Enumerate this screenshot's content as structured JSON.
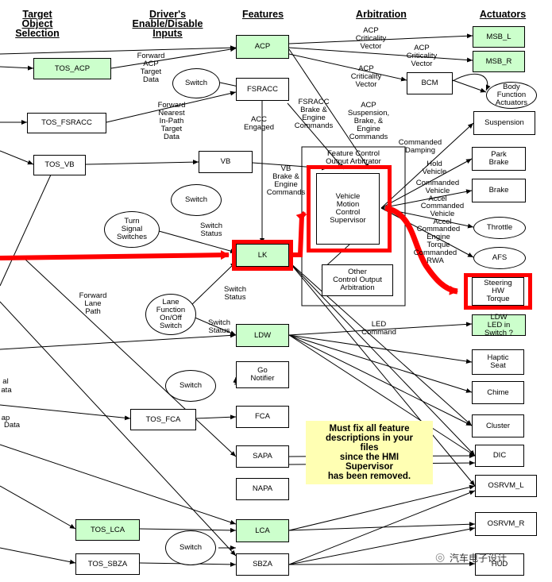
{
  "headers": {
    "target_object_selection": "Target\nObject\nSelection",
    "drivers_enable_disable": "Driver's\nEnable/Disable\nInputs",
    "features": "Features",
    "arbitration": "Arbitration",
    "actuators": "Actuators"
  },
  "target_boxes": {
    "tos_acp": "TOS_ACP",
    "tos_fsracc": "TOS_FSRACC",
    "tos_vb": "TOS_VB",
    "tos_fca": "TOS_FCA",
    "tos_lca": "TOS_LCA",
    "tos_sbza": "TOS_SBZA"
  },
  "feature_boxes": {
    "acp": "ACP",
    "fsracc": "FSRACC",
    "vb": "VB",
    "lk": "LK",
    "ldw": "LDW",
    "go_notifier": "Go\nNotifier",
    "fca": "FCA",
    "sapa": "SAPA",
    "napa": "NAPA",
    "lca": "LCA",
    "sbza": "SBZA"
  },
  "enable_ellipses": {
    "switch_1": "Switch",
    "switch_2": "Switch",
    "turn_signal": "Turn\nSignal\nSwitches",
    "lane_function": "Lane\nFunction\nOn/Off\nSwitch",
    "switch_3": "Switch",
    "switch_4": "Switch"
  },
  "arbitration": {
    "bcm": "BCM",
    "fcoa_title": "Feature Control\nOutput Arbitrator",
    "vmcs": "Vehicle\nMotion\nControl\nSupervisor",
    "other_coa": "Other\nControl Output\nArbitration"
  },
  "actuator_boxes": {
    "msb_l": "MSB_L",
    "msb_r": "MSB_R",
    "body_function": "Body\nFunction\nActuators",
    "suspension": "Suspension",
    "park_brake": "Park\nBrake",
    "brake": "Brake",
    "throttle": "Throttle",
    "afs": "AFS",
    "steering": "Steering\nHW\nTorque",
    "ldw_led": "LDW\nLED in\nSwitch ?",
    "haptic_seat": "Haptic\nSeat",
    "chime": "Chime",
    "cluster": "Cluster",
    "dic": "DIC",
    "osrvm_l": "OSRVM_L",
    "osrvm_r": "OSRVM_R",
    "hud": "HUD"
  },
  "flow_labels": {
    "fwd_acp_target": "Forward\nACP\nTarget\nData",
    "fwd_nearest": "Forward\nNearest\nIn-Path\nTarget\nData",
    "acp_crit_1": "ACP\nCriticality\nVector",
    "acp_crit_2": "ACP\nCriticality\nVector",
    "acp_crit_3": "ACP\nCriticality\nVector",
    "fsracc_cmds": "FSRACC\nBrake &\nEngine\nCommands",
    "acp_susp": "ACP\nSuspension,\nBrake, &\nEngine\nCommands",
    "acc_engaged": "ACC\nEngaged",
    "vb_cmds": "VB\nBrake &\nEngine\nCommands",
    "commanded_damping": "Commanded\nDamping",
    "hold_vehicle": "Hold\nVehicle",
    "cmd_vehicle_accel": "Commanded\nVehicle\nAccel",
    "cmd_vehicle_accel_2": "Commanded\nVehicle\nAccel",
    "cmd_engine_torque": "Commanded\nEngine\nTorque",
    "cmd_rwa": "Commanded\nRWA",
    "switch_status_1": "Switch\nStatus",
    "switch_status_2": "Switch\nStatus",
    "switch_status_3": "Switch\nStatus",
    "forward_lane_path": "Forward\nLane\nPath",
    "led_command": "LED\nCommand",
    "partial_al": "al",
    "partial_ata": "ata",
    "partial_ap": "ap",
    "partial_data": "Data"
  },
  "note": "Must fix all feature\ndescriptions in your\nfiles\nsince the HMI\nSupervisor\nhas been removed.",
  "watermark": "汽车电子设计",
  "colors": {
    "green_fill": "#ccffcc",
    "highlight_red": "#ff0000",
    "note_fill": "#ffffb3"
  }
}
